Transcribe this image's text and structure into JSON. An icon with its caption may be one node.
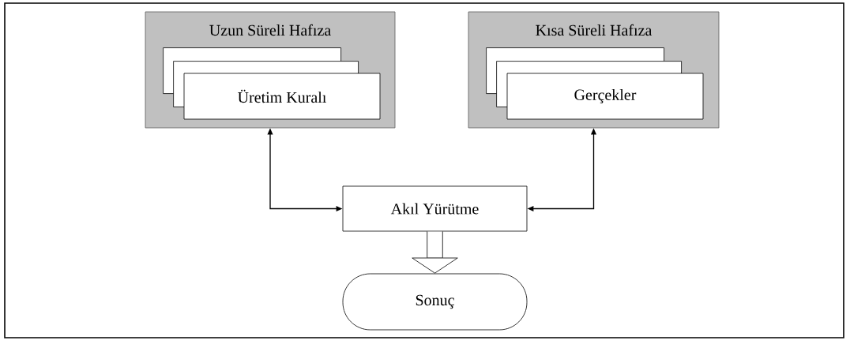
{
  "diagram": {
    "nodes": [
      {
        "text": [
          "Uzun Süreli Hafıza"
        ]
      },
      {
        "text": [
          "Üretim Kuralı"
        ],
        "in": 0
      },
      {
        "text": [
          "Kısa Süreli Hafıza"
        ]
      },
      {
        "text": [
          "Gerçekler"
        ],
        "in": 2
      },
      {
        "text": [
          "Akıl Yürütme"
        ]
      },
      {
        "text": [
          "Sonuç"
        ]
      }
    ],
    "edges": [
      {
        "from": 4,
        "to": 0,
        "arrow": "both"
      },
      {
        "from": 4,
        "to": 2,
        "arrow": "both"
      },
      {
        "from": 4,
        "to": 5,
        "arrow": "to",
        "style": "thick"
      }
    ]
  }
}
